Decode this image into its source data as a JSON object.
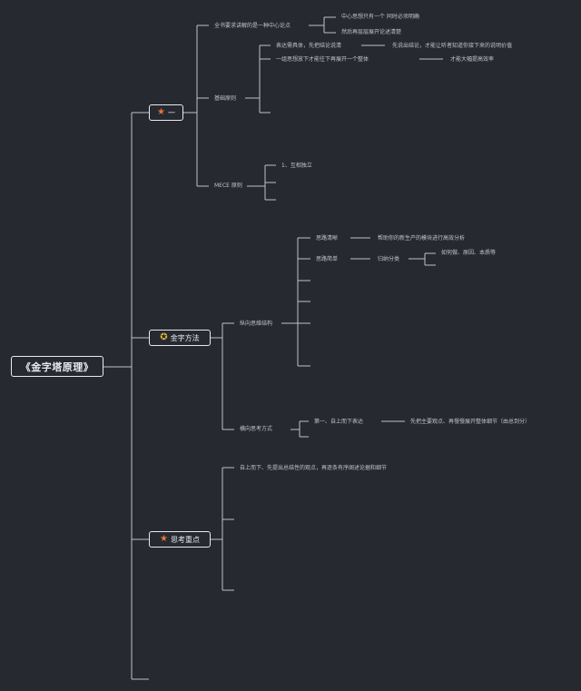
{
  "colors": {
    "background": "#262a30",
    "line": "#bfc3c9",
    "star": "#e8733a",
    "badge": "#e0b832"
  },
  "root": {
    "label": "《金字塔原理》"
  },
  "branch1": {
    "icon": "star-icon",
    "label": "一",
    "n1": "全书要求讲解的是一种中心论点",
    "n1a": "中心思想只有一个 同时必须明确",
    "n1b": "然后再层层展开论述清楚",
    "n2": "基础原则",
    "n2a": "表达需具体，先把结论说清",
    "n2a1": "先说出结论，才能让听者知道你接下来的说明价值",
    "n2b": "一组思想放下才能往下再展开一个整体",
    "n2b1": "才能大幅提高效率",
    "n3": "MECE 原则",
    "n3a": "1、互相独立"
  },
  "branch2": {
    "icon": "badge-icon",
    "label": "金字方法",
    "m1": "纵向思维结构",
    "m1a": "思路清晰",
    "m1a1": "帮助你的新生产的模块进行高效分析",
    "m1b": "思路简单",
    "m1b1": "归纳分类",
    "m1b1a": "如何做、原因、本质等",
    "m2": "横向思考方式",
    "m2a": "第一、自上而下表达",
    "m2a1": "先把主要观点、再慢慢展开整体细节（由总到分）"
  },
  "branch3": {
    "icon": "star-icon",
    "label": "思考重点",
    "t1": "自上而下、先提出总结性的观点，再逐条有序阐述论据和细节"
  }
}
